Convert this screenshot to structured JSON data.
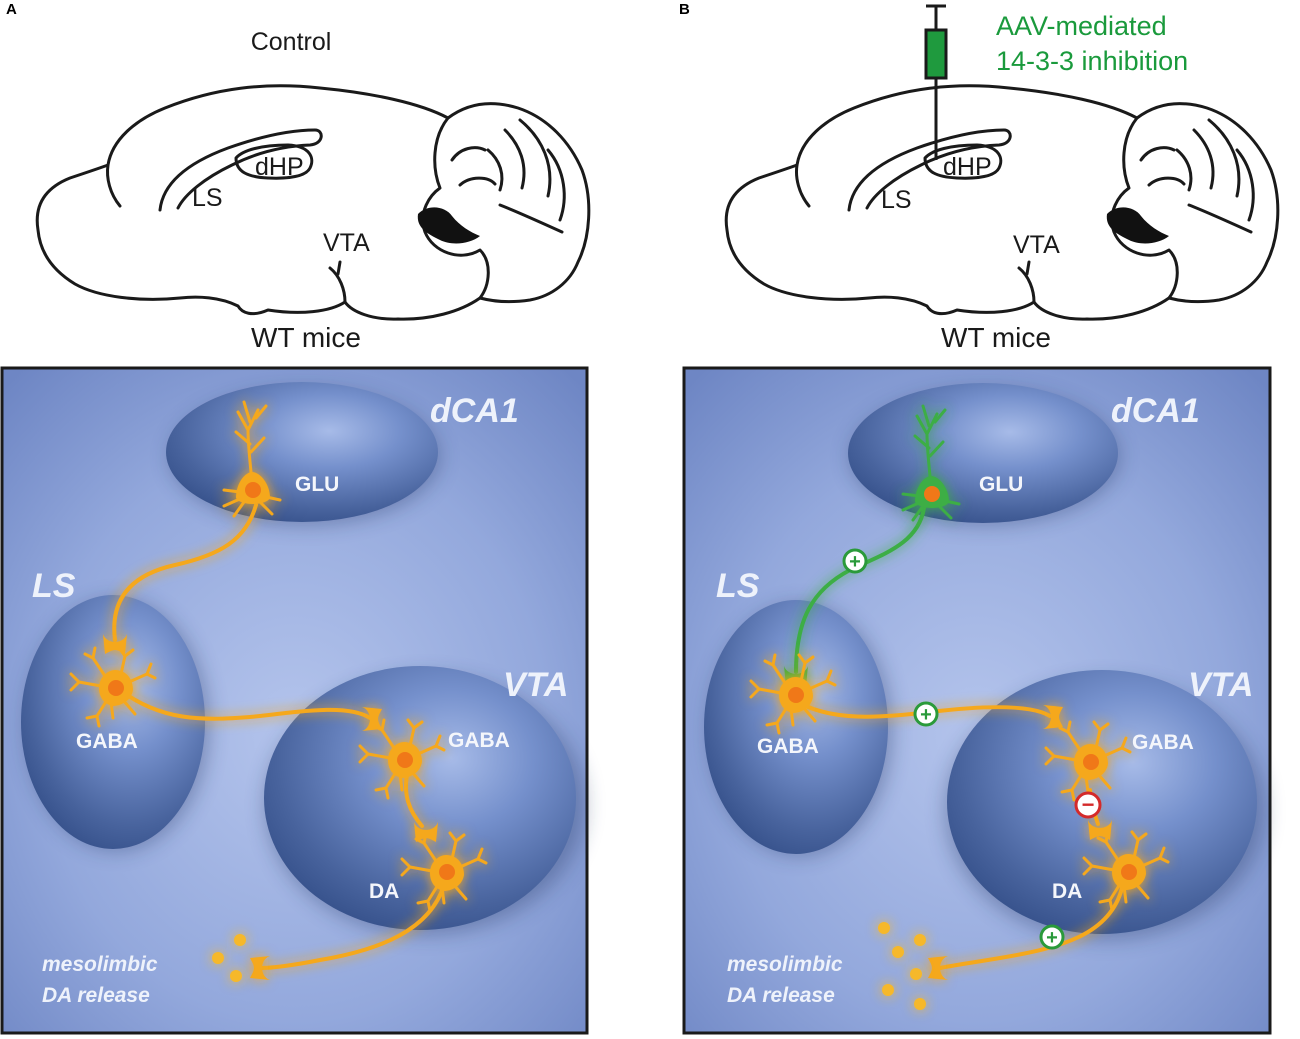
{
  "panels": {
    "a": {
      "letter": "A",
      "title": "Control",
      "brain_labels": {
        "dhp": "dHP",
        "ls": "LS",
        "vta": "VTA"
      },
      "caption": "WT mice",
      "regions": {
        "dca1": "dCA1",
        "ls": "LS",
        "vta": "VTA"
      },
      "cells": {
        "glu": "GLU",
        "ls_gaba": "GABA",
        "vta_gaba": "GABA",
        "da": "DA"
      },
      "release": [
        "mesolimbic",
        "DA release"
      ]
    },
    "b": {
      "letter": "B",
      "injection": [
        "AAV-mediated",
        "14-3-3 inhibition"
      ],
      "brain_labels": {
        "dhp": "dHP",
        "ls": "LS",
        "vta": "VTA"
      },
      "caption": "WT mice",
      "regions": {
        "dca1": "dCA1",
        "ls": "LS",
        "vta": "VTA"
      },
      "cells": {
        "glu": "GLU",
        "ls_gaba": "GABA",
        "vta_gaba": "GABA",
        "da": "DA"
      },
      "release": [
        "mesolimbic",
        "DA release"
      ],
      "signs": [
        "+",
        "+",
        "−",
        "+"
      ]
    }
  },
  "colors": {
    "panel_background": "#8fa3d8",
    "region_fill": "#3c5792",
    "neuron_orange": "#f5a81f",
    "neuron_nucleus": "#f07818",
    "neuron_green": "#3cae45",
    "injection_green": "#1a9a3c",
    "excitatory_sign": "#2a9a3a",
    "inhibitory_sign": "#d42a2a"
  }
}
